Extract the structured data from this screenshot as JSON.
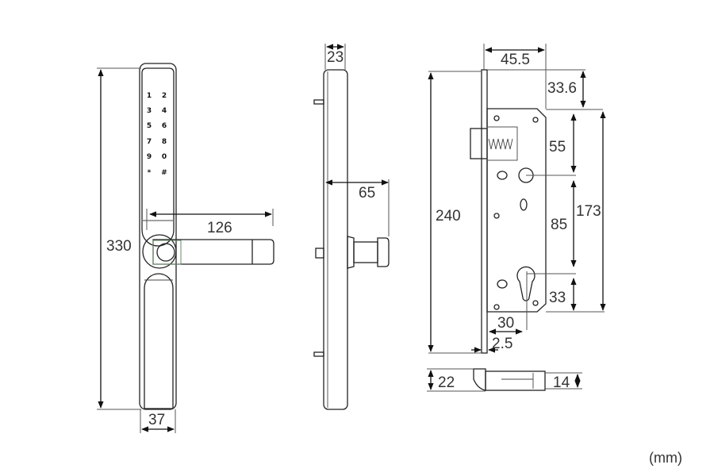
{
  "keypad": {
    "keys": [
      "1",
      "2",
      "3",
      "4",
      "5",
      "6",
      "7",
      "8",
      "9",
      "0",
      "*",
      "#"
    ]
  },
  "front_view": {
    "height": "330",
    "handle_length": "126",
    "width": "37"
  },
  "side_view": {
    "thickness": "23",
    "spindle_projection": "65"
  },
  "mortise_view": {
    "backset": "45.5",
    "top_offset": "33.6",
    "faceplate_length": "240",
    "case_height": "173",
    "latch_to_spindle": "55",
    "spindle_to_cylinder": "85",
    "cylinder_to_bottom": "33",
    "cylinder_backset": "30",
    "faceplate_thickness": "2.5",
    "bolt_depth": "22",
    "bolt_height": "14"
  },
  "unit_label": "(mm)"
}
